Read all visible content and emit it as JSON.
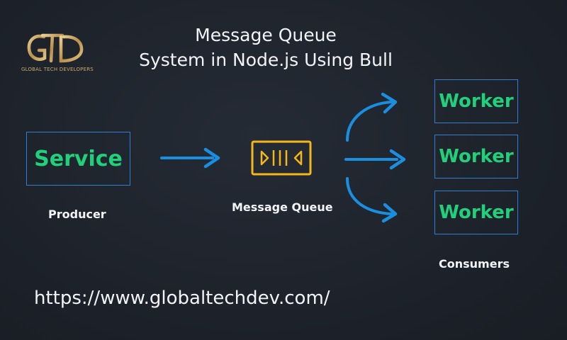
{
  "logo": {
    "monogram": "GTD",
    "caption": "GLOBAL TECH DEVELOPERS"
  },
  "title": {
    "line1": "Message Queue",
    "line2": "System in Node.js Using Bull"
  },
  "producer": {
    "box_label": "Service",
    "caption": "Producer"
  },
  "queue": {
    "caption": "Message Queue",
    "icon": "queue-icon"
  },
  "consumers": {
    "workers": [
      "Worker",
      "Worker",
      "Worker"
    ],
    "caption": "Consumers"
  },
  "footer": {
    "url": "https://www.globaltechdev.com/"
  },
  "colors": {
    "background": "#1d222b",
    "box_border": "#2e7fd4",
    "box_text": "#21d07a",
    "arrow": "#1a8fe0",
    "queue_icon": "#f3b71b",
    "logo_gold": "#c9a86a",
    "text": "#f2f4f7"
  }
}
